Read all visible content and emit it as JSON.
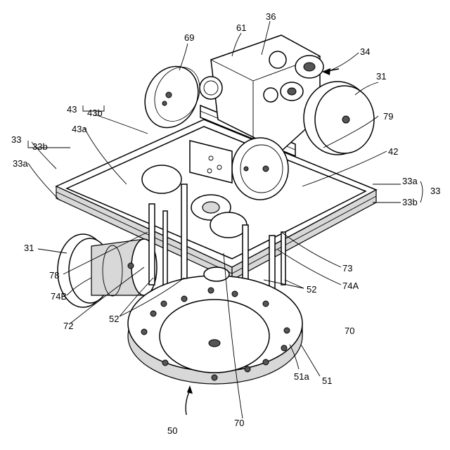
{
  "figure": {
    "labels": {
      "l69": "69",
      "l61": "61",
      "l36": "36",
      "l34": "34",
      "l31_top": "31",
      "l43": "43",
      "l43b": "43b",
      "l43a": "43a",
      "l33_left": "33",
      "l33b_left": "33b",
      "l33a_left": "33a",
      "l79": "79",
      "l42": "42",
      "l33a_right": "33a",
      "l33_right": "33",
      "l33b_right": "33b",
      "l31_left": "31",
      "l78": "78",
      "l74B": "74B",
      "l73": "73",
      "l74A": "74A",
      "l52_right": "52",
      "l72": "72",
      "l52_left": "52",
      "l70_right": "70",
      "l51a": "51a",
      "l51": "51",
      "l50": "50",
      "l70_bottom": "70"
    }
  }
}
